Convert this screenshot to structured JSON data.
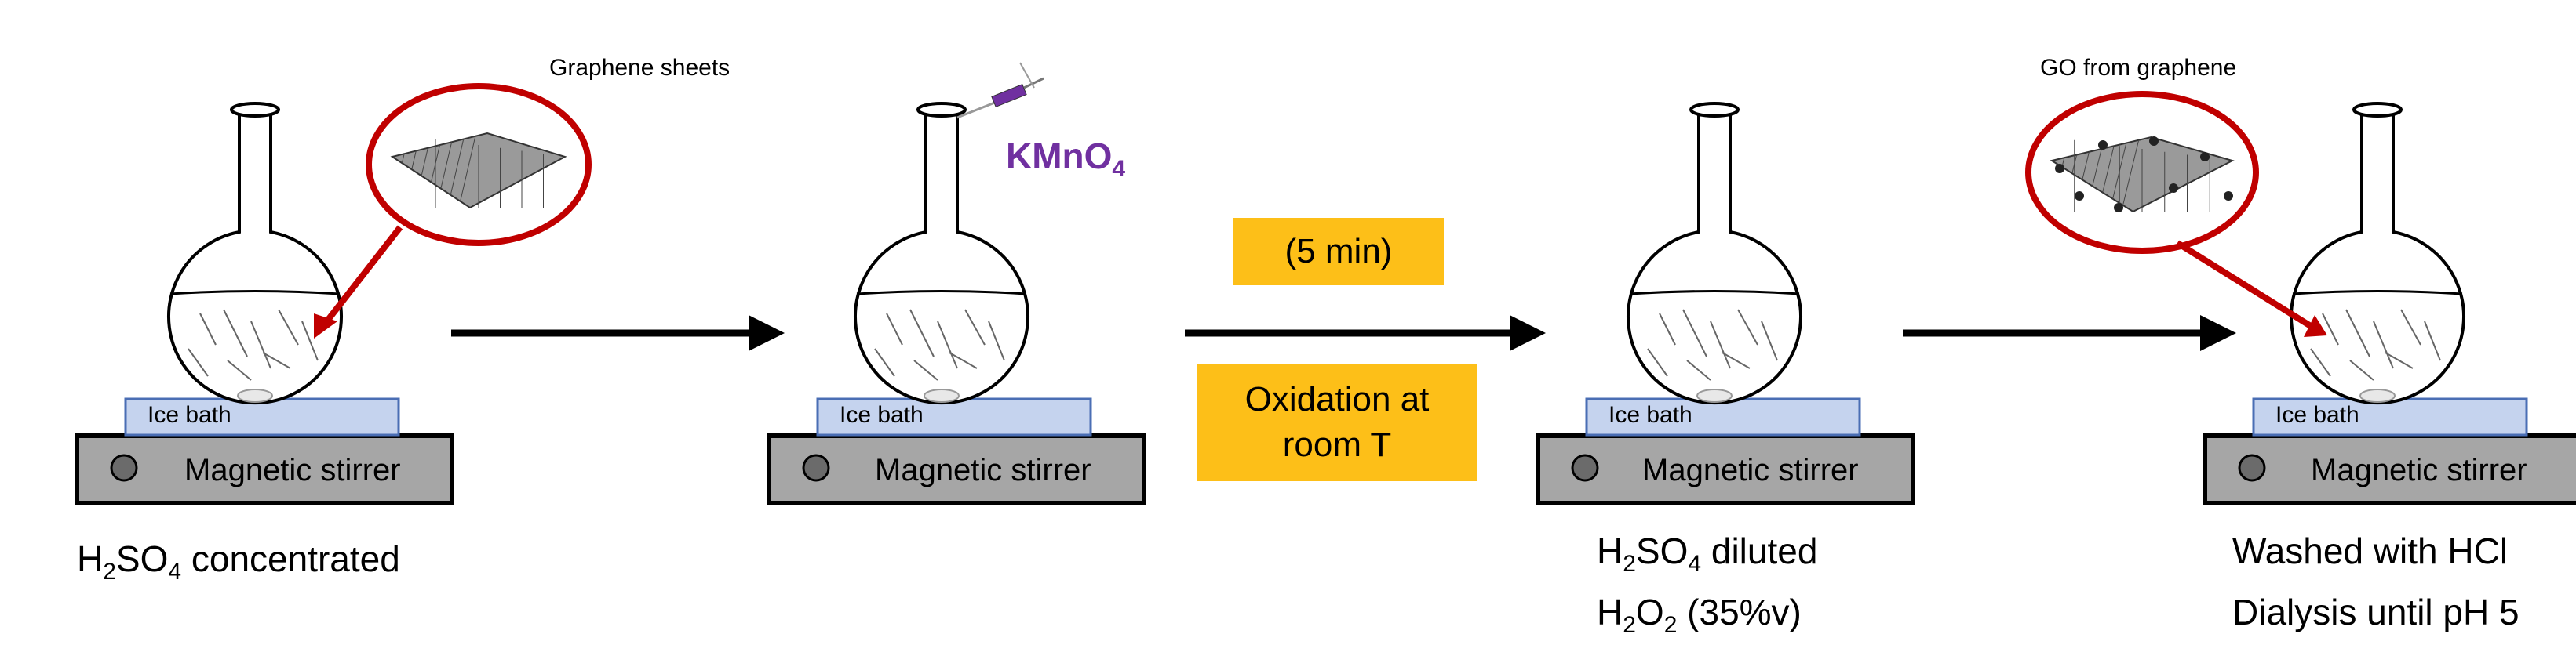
{
  "stages": [
    {
      "id": "s1",
      "ice_label": "Ice bath",
      "stirrer_label": "Magnetic stirrer",
      "caption": [
        "H",
        "2",
        "SO",
        "4",
        " concentrated"
      ]
    },
    {
      "id": "s2",
      "ice_label": "Ice bath",
      "stirrer_label": "Magnetic stirrer"
    },
    {
      "id": "s3",
      "ice_label": "Ice bath",
      "stirrer_label": "Magnetic stirrer",
      "caption_line1": [
        "H",
        "2",
        "SO",
        "4",
        " diluted"
      ],
      "caption_line2": [
        "H",
        "2",
        "O",
        "2",
        " (35%v)"
      ]
    },
    {
      "id": "s4",
      "ice_label": "Ice bath",
      "stirrer_label": "Magnetic stirrer",
      "caption_line1": "Washed with HCl",
      "caption_line2": "Dialysis until pH 5"
    }
  ],
  "inset_labels": {
    "graphene": "Graphene sheets",
    "go": "GO from graphene"
  },
  "reagent": {
    "base": "KMnO",
    "sub": "4"
  },
  "conditions": {
    "time": "(5 min)",
    "oxidation_line1": "Oxidation at",
    "oxidation_line2": "room T"
  },
  "colors": {
    "circle_outline": "#c00000",
    "condition_box": "#fdbf18",
    "ice_bath": "#c5d3ee",
    "ice_bath_border": "#4a6eb4",
    "stirrer": "#a6a6a6",
    "reagent_text": "#7030a0"
  },
  "icons": [
    "flask-icon",
    "graphene-sheet-icon",
    "syringe-icon",
    "arrow-right-icon",
    "stir-bar-icon"
  ]
}
